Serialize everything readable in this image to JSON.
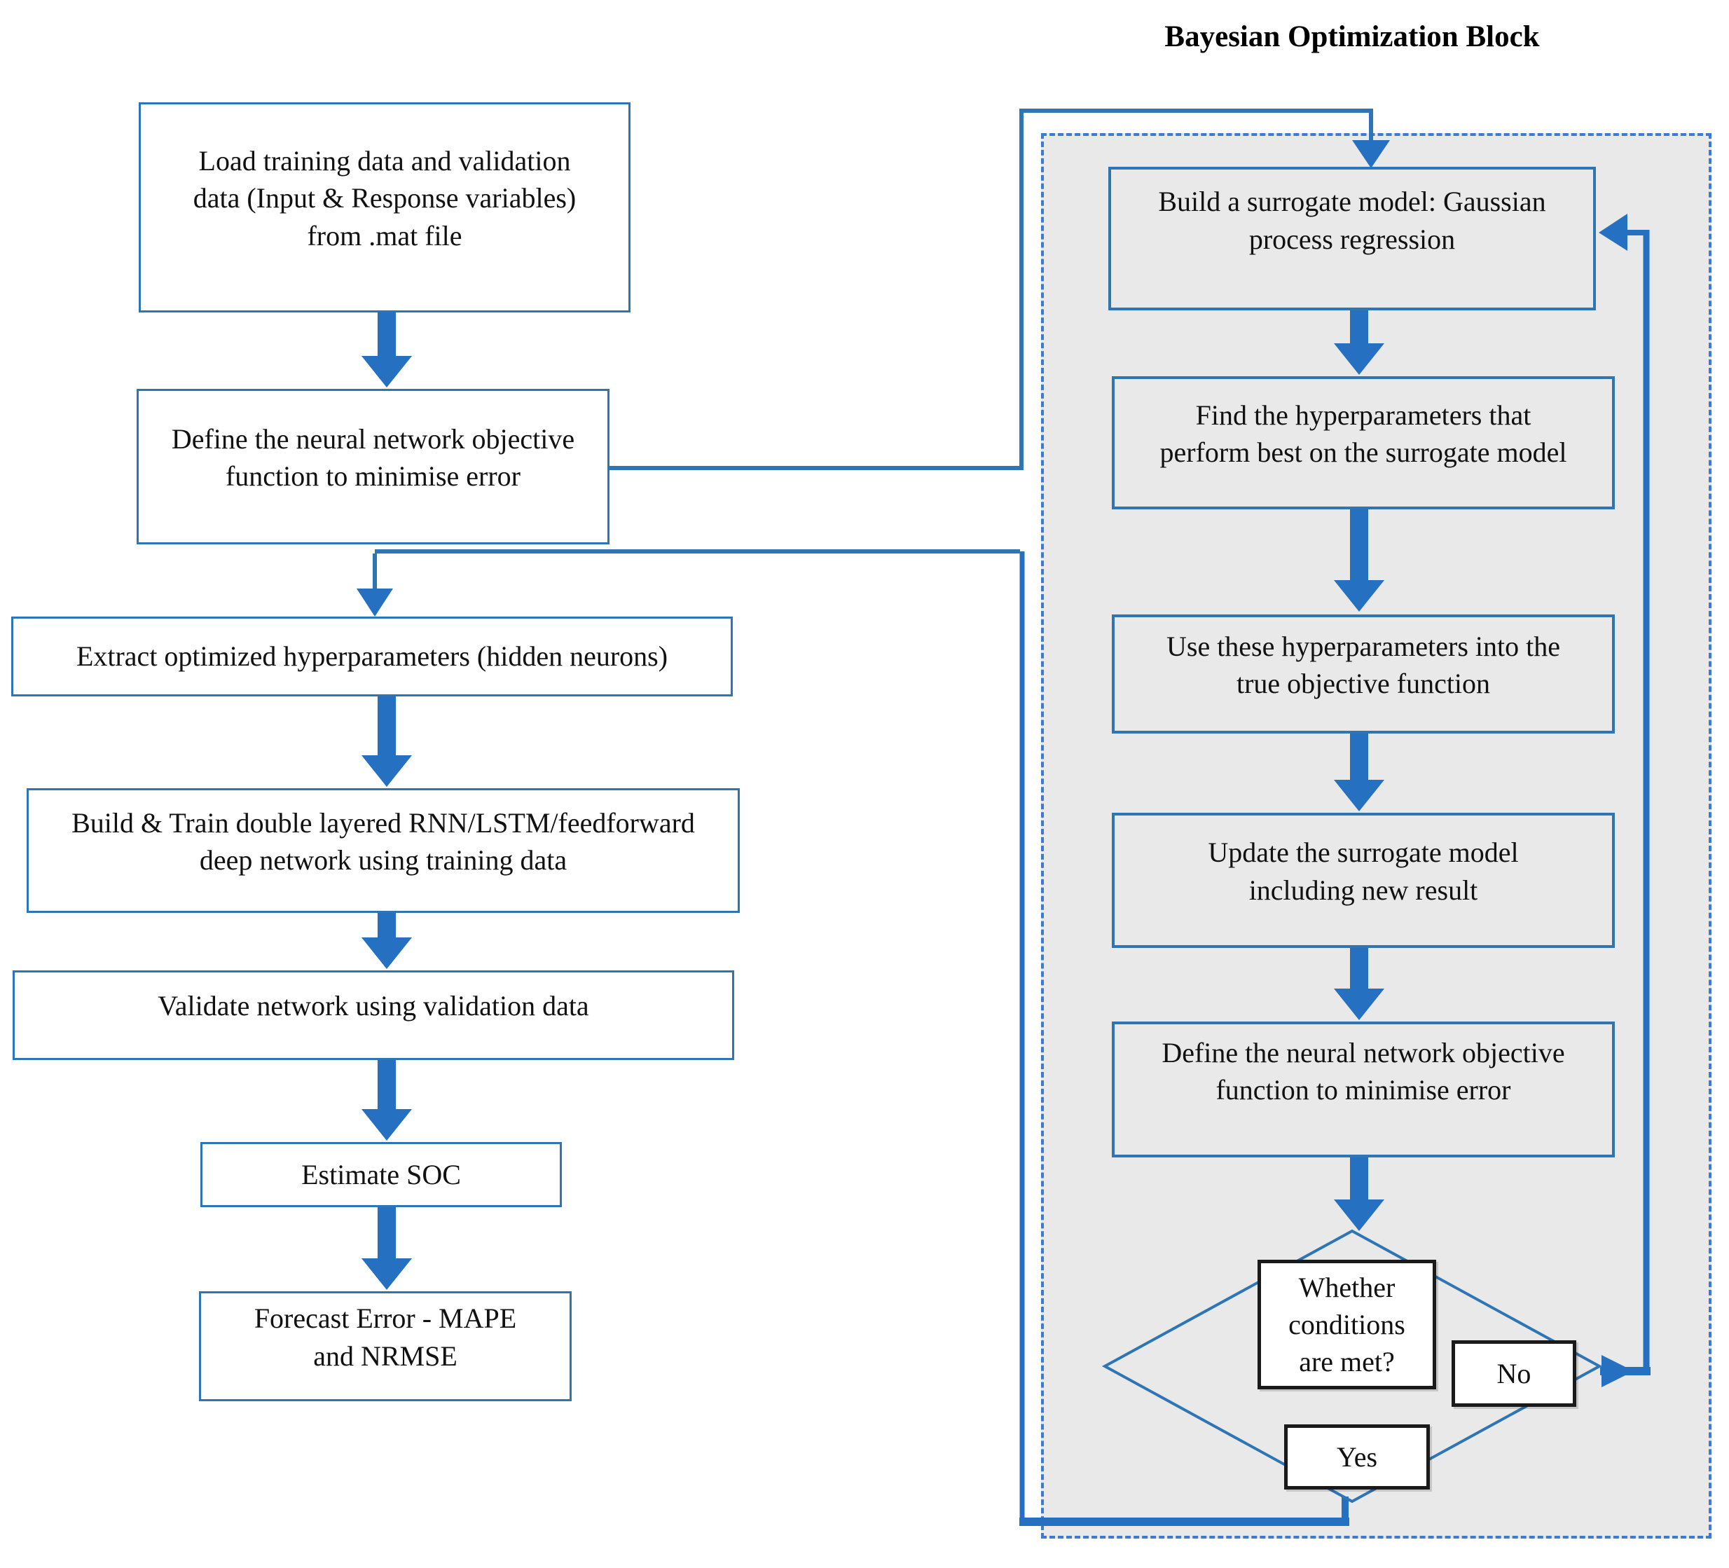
{
  "bayesian_block": {
    "title": "Bayesian Optimization Block",
    "steps": [
      {
        "label": "Build a surrogate model: Gaussian\nprocess regression"
      },
      {
        "label": "Find the hyperparameters that\nperform best on the surrogate model"
      },
      {
        "label": "Use these hyperparameters into the\ntrue objective function"
      },
      {
        "label": "Update the surrogate model\nincluding new result"
      },
      {
        "label": "Define the neural network objective\nfunction to minimise error"
      }
    ],
    "decision": {
      "label": "Whether\nconditions\nare met?",
      "no_label": "No",
      "yes_label": "Yes"
    }
  },
  "left_flow": [
    {
      "label": "Load training data and validation\ndata (Input & Response variables)\nfrom .mat file"
    },
    {
      "label": "Define the neural network objective\nfunction to minimise error"
    },
    {
      "label": "Extract optimized hyperparameters (hidden neurons)"
    },
    {
      "label": "Build & Train double layered RNN/LSTM/feedforward\ndeep network using training data"
    },
    {
      "label": "Validate network using validation data"
    },
    {
      "label": "Estimate SOC"
    },
    {
      "label": "Forecast Error - MAPE\nand NRMSE"
    }
  ],
  "colors": {
    "box_border_blue": "#2E75B6",
    "arrow_blue": "#2670C2",
    "block_fill_gray": "#E9E9E9",
    "dashed_border_blue": "#3D7BD3",
    "decision_box_border": "#1A1A1A",
    "text_color": "#111111",
    "background": "#FFFFFF"
  }
}
